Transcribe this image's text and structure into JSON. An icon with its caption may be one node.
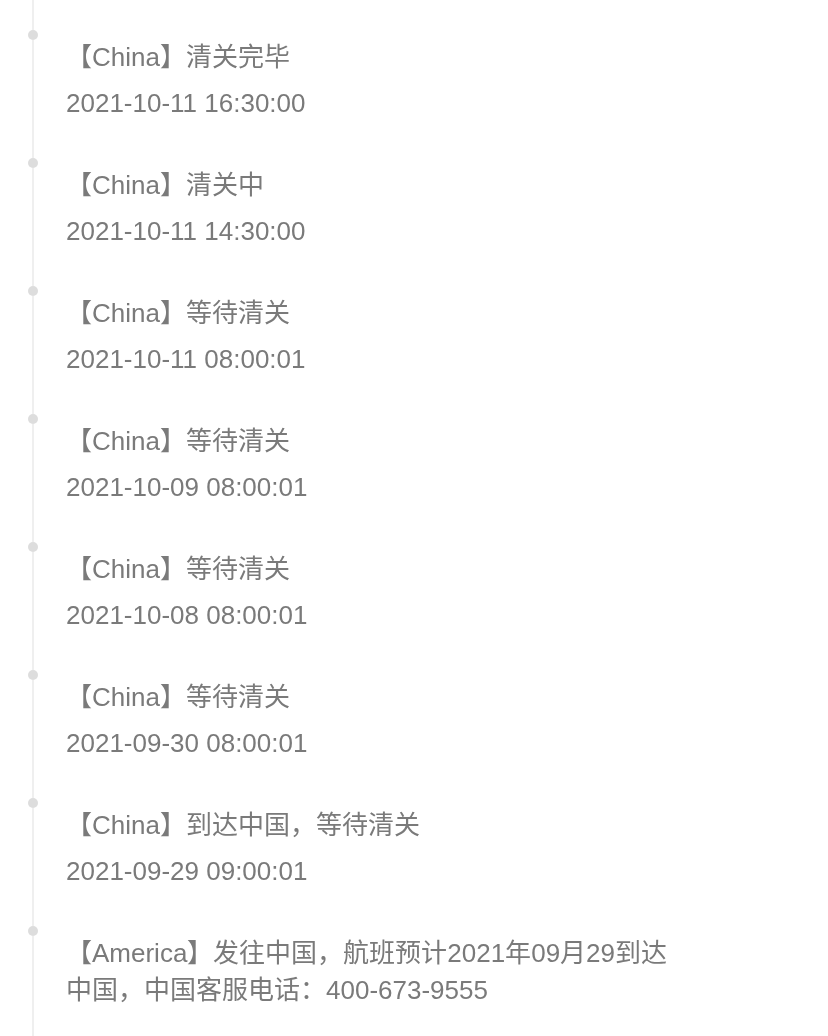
{
  "diagram": {
    "nodes": [
      {
        "text": [],
        "shape": "circle",
        "beside": [
          "【China】清关完毕",
          "2021-10-11 16:30:00"
        ]
      },
      {
        "text": [],
        "shape": "circle",
        "beside": [
          "【China】清关中",
          "2021-10-11 14:30:00"
        ]
      },
      {
        "text": [],
        "shape": "circle",
        "beside": [
          "【China】等待清关",
          "2021-10-11 08:00:01"
        ]
      },
      {
        "text": [],
        "shape": "circle",
        "beside": [
          "【China】等待清关",
          "2021-10-09 08:00:01"
        ]
      },
      {
        "text": [],
        "shape": "circle",
        "beside": [
          "【China】等待清关",
          "2021-10-08 08:00:01"
        ]
      },
      {
        "text": [],
        "shape": "circle",
        "beside": [
          "【China】等待清关",
          "2021-09-30 08:00:01"
        ]
      },
      {
        "text": [],
        "shape": "circle",
        "beside": [
          "【China】到达中国，等待清关",
          "2021-09-29 09:00:01"
        ]
      },
      {
        "text": [],
        "shape": "circle",
        "beside": [
          "【America】发往中国，航班预计2021年09月29到达中国，中国客服电话：400-673-9555"
        ]
      }
    ],
    "edges": [
      {
        "from": null,
        "to": 0,
        "arrow": "none"
      },
      {
        "from": 0,
        "to": 1,
        "arrow": "none"
      },
      {
        "from": 1,
        "to": 2,
        "arrow": "none"
      },
      {
        "from": 2,
        "to": 3,
        "arrow": "none"
      },
      {
        "from": 3,
        "to": 4,
        "arrow": "none"
      },
      {
        "from": 4,
        "to": 5,
        "arrow": "none"
      },
      {
        "from": 5,
        "to": 6,
        "arrow": "none"
      },
      {
        "from": 6,
        "to": 7,
        "arrow": "none"
      },
      {
        "from": 7,
        "to": null,
        "arrow": "none"
      }
    ]
  }
}
